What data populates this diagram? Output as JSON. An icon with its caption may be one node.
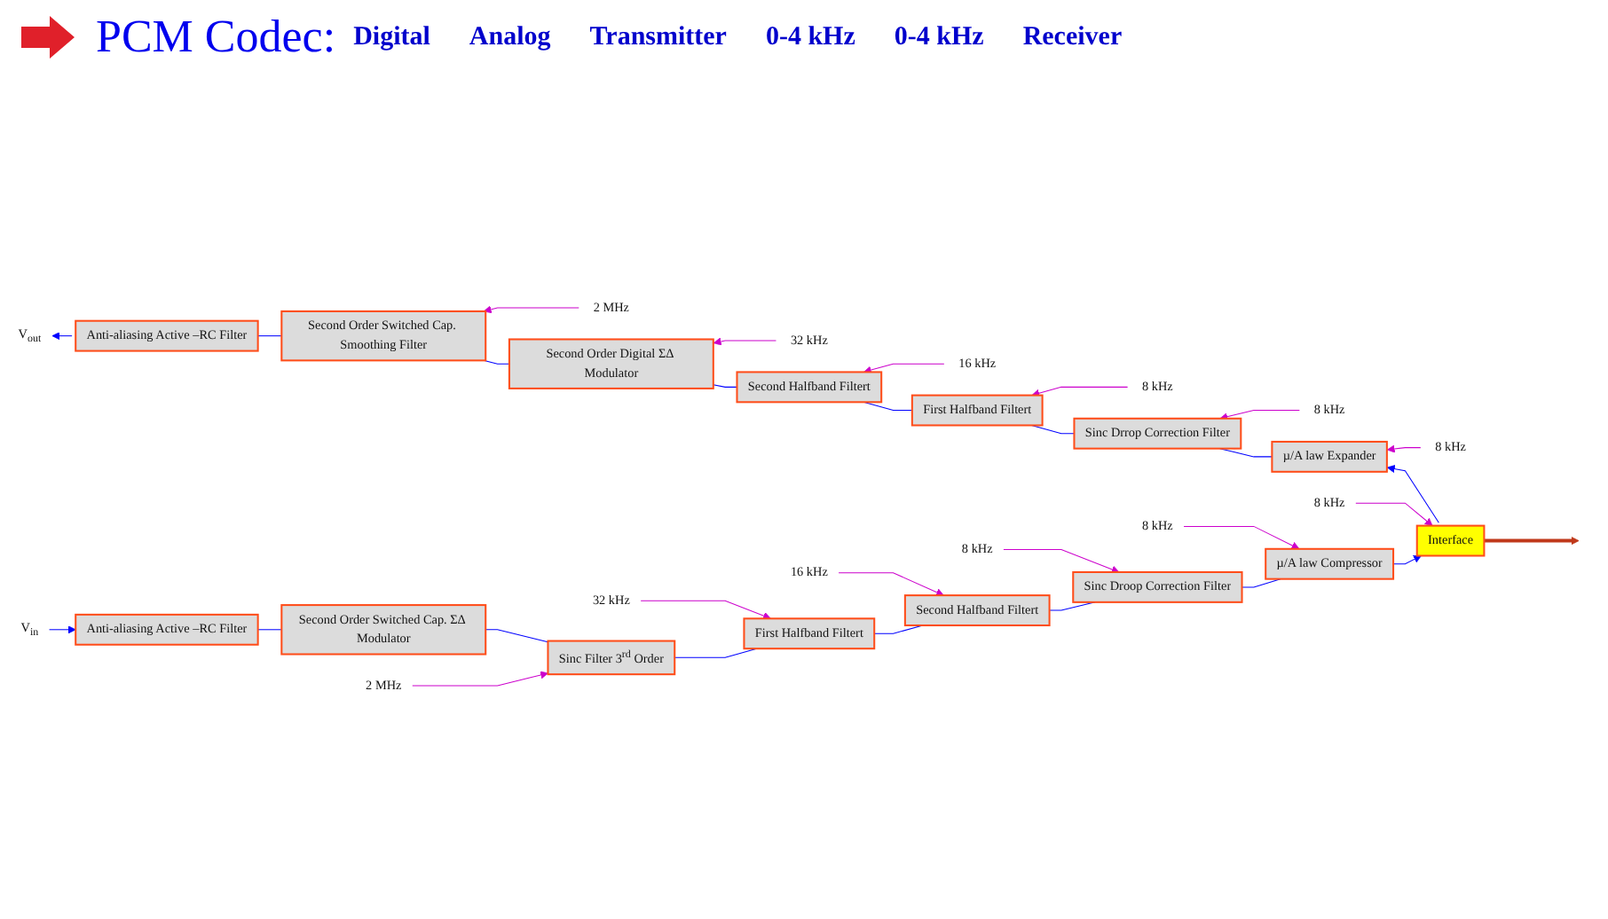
{
  "diagram": {
    "title": "PCM Codec:",
    "nodes": [
      {
        "text": [
          "V$_{in}$"
        ]
      },
      {
        "text": [
          "Anti-aliasing Active –RC Filter"
        ]
      },
      {
        "text": [
          "Second Order Switched Cap. ΣΔ Modulator"
        ]
      },
      {
        "text": [
          "Sinc Filter 3$^{rd}$ Order"
        ]
      },
      {
        "text": [
          "First Halfband Filtert"
        ]
      },
      {
        "text": [
          "Second Halfband Filtert"
        ]
      },
      {
        "text": [
          "Sinc Droop Correction Filter"
        ]
      },
      {
        "text": [
          "µ/A law Compressor"
        ]
      },
      {
        "text": [
          "Interface"
        ]
      },
      {
        "text": [
          "V$_{out}$"
        ]
      },
      {
        "text": [
          "Anti-aliasing Active –RC Filter"
        ]
      },
      {
        "text": [
          "Second Order Switched Cap. Smoothing Filter"
        ]
      },
      {
        "text": [
          "Second Order Digital ΣΔ Modulator"
        ]
      },
      {
        "text": [
          "Second Halfband Filtert"
        ]
      },
      {
        "text": [
          "First Halfband Filtert"
        ]
      },
      {
        "text": [
          "Sinc Drrop Correction Filter"
        ]
      },
      {
        "text": [
          "µ/A law Expander"
        ]
      },
      {
        "text": [
          "2 MHz"
        ]
      },
      {
        "text": [
          "32 kHz"
        ]
      },
      {
        "text": [
          "16 kHz"
        ]
      },
      {
        "text": [
          "8 kHz"
        ]
      },
      {
        "text": [
          "8 kHz"
        ]
      },
      {
        "text": [
          "8 kHz"
        ]
      },
      {
        "text": [
          "2 MHz"
        ]
      },
      {
        "text": [
          "32 kHz"
        ]
      },
      {
        "text": [
          "16 kHz"
        ]
      },
      {
        "text": [
          "8 kHz"
        ]
      },
      {
        "text": [
          "8 kHz"
        ]
      },
      {
        "text": [
          "8 kHz"
        ]
      }
    ],
    "edges": [
      {
        "from": 0,
        "to": 1,
        "arrow": "to"
      },
      {
        "from": 1,
        "to": 2,
        "arrow": "none"
      },
      {
        "from": 2,
        "to": 3,
        "arrow": "none"
      },
      {
        "from": 3,
        "to": 4,
        "arrow": "none"
      },
      {
        "from": 4,
        "to": 5,
        "arrow": "none"
      },
      {
        "from": 5,
        "to": 6,
        "arrow": "none"
      },
      {
        "from": 6,
        "to": 7,
        "arrow": "none"
      },
      {
        "from": 7,
        "to": 8,
        "arrow": "to"
      },
      {
        "from": 8,
        "to": 16,
        "arrow": "to"
      },
      {
        "from": 16,
        "to": 15,
        "arrow": "none"
      },
      {
        "from": 15,
        "to": 14,
        "arrow": "none"
      },
      {
        "from": 14,
        "to": 13,
        "arrow": "none"
      },
      {
        "from": 13,
        "to": 12,
        "arrow": "none"
      },
      {
        "from": 12,
        "to": 11,
        "arrow": "none"
      },
      {
        "from": 11,
        "to": 10,
        "arrow": "none"
      },
      {
        "from": 10,
        "to": 9,
        "arrow": "to"
      },
      {
        "from": 8,
        "to": null,
        "arrow": "to",
        "style": "thick",
        "color": "#c0391b"
      },
      {
        "from": 17,
        "to": 3,
        "arrow": "to",
        "color": "#cc00cc"
      },
      {
        "from": 18,
        "to": 4,
        "arrow": "to",
        "color": "#cc00cc"
      },
      {
        "from": 19,
        "to": 5,
        "arrow": "to",
        "color": "#cc00cc"
      },
      {
        "from": 20,
        "to": 6,
        "arrow": "to",
        "color": "#cc00cc"
      },
      {
        "from": 21,
        "to": 7,
        "arrow": "to",
        "color": "#cc00cc"
      },
      {
        "from": 22,
        "to": 8,
        "arrow": "to",
        "color": "#cc00cc"
      },
      {
        "from": 23,
        "to": 11,
        "arrow": "to",
        "color": "#cc00cc"
      },
      {
        "from": 24,
        "to": 12,
        "arrow": "to",
        "color": "#cc00cc"
      },
      {
        "from": 25,
        "to": 13,
        "arrow": "to",
        "color": "#cc00cc"
      },
      {
        "from": 26,
        "to": 14,
        "arrow": "to",
        "color": "#cc00cc"
      },
      {
        "from": 27,
        "to": 15,
        "arrow": "to",
        "color": "#cc00cc"
      },
      {
        "from": 28,
        "to": 16,
        "arrow": "to",
        "color": "#cc00cc"
      }
    ],
    "labels": [
      "Digital",
      "Analog",
      "Transmitter",
      "0-4 kHz",
      "0-4 kHz",
      "Receiver"
    ]
  }
}
